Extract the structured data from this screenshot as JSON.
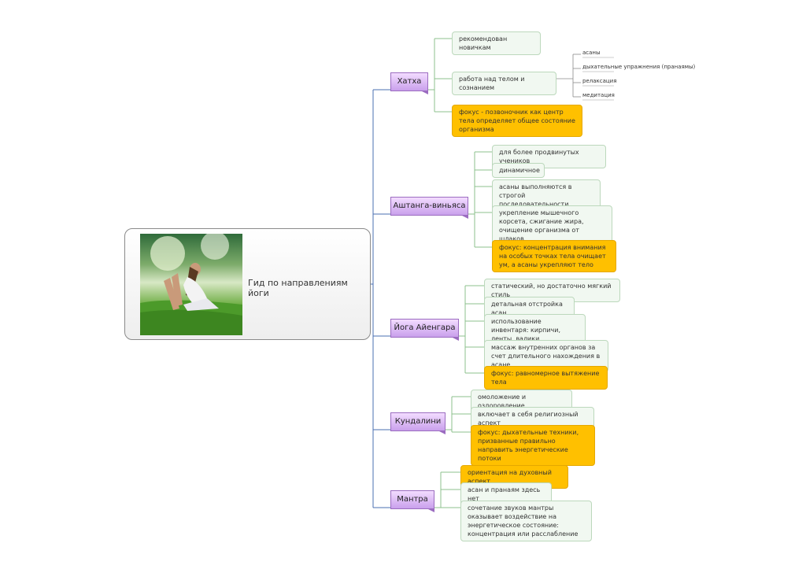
{
  "root": {
    "title": "Гид по направлениям йоги",
    "image": "woman-doing-yoga-on-grass-photo"
  },
  "branches": [
    {
      "label": "Хатха",
      "items": [
        {
          "text": "рекомендован новичкам",
          "kind": "leaf"
        },
        {
          "text": "работа над телом и сознанием",
          "kind": "leaf",
          "subitems": [
            "асаны",
            "дыхательные упражнения (пранаямы)",
            "релаксация",
            "медитация"
          ]
        },
        {
          "text": "фокус - позвоночник как центр  тела определяет общее состояние организма",
          "kind": "focus"
        }
      ]
    },
    {
      "label": "Аштанга-виньяса",
      "items": [
        {
          "text": "для более продвинутых учеников",
          "kind": "leaf"
        },
        {
          "text": "динамичное",
          "kind": "leaf"
        },
        {
          "text": "асаны выполняются в строгой последовательности",
          "kind": "leaf"
        },
        {
          "text": "укрепление мышечного корсета, сжигание жира, очищение организма от шлаков",
          "kind": "leaf"
        },
        {
          "text": "фокус: концентрация внимания на особых точках тела очищает ум, а асаны укрепляют тело",
          "kind": "focus"
        }
      ]
    },
    {
      "label": "Йога Айенгара",
      "items": [
        {
          "text": "статический, но достаточно мягкий стиль",
          "kind": "leaf"
        },
        {
          "text": "детальная отстройка асан",
          "kind": "leaf"
        },
        {
          "text": "использование инвентаря: кирпичи, ленты, валики",
          "kind": "leaf"
        },
        {
          "text": "массаж внутренних органов за счет длительного нахождения в асане",
          "kind": "leaf"
        },
        {
          "text": "фокус: равномерное вытяжение тела",
          "kind": "focus"
        }
      ]
    },
    {
      "label": "Кундалини",
      "items": [
        {
          "text": "омоложение и оздоровление",
          "kind": "leaf"
        },
        {
          "text": "включает в себя религиозный аспект",
          "kind": "leaf"
        },
        {
          "text": "фокус: дыхательные техники, призванные правильно направить энергетические потоки",
          "kind": "focus"
        }
      ]
    },
    {
      "label": "Мантра",
      "items": [
        {
          "text": "ориентация на духовный аспект",
          "kind": "focus"
        },
        {
          "text": "асан и пранаям здесь нет",
          "kind": "leaf"
        },
        {
          "text": "сочетание звуков мантры оказывает воздействие на энергетическое состояние: концентрация или расслабление",
          "kind": "leaf"
        }
      ]
    }
  ],
  "colors": {
    "trunk_line": "#4a6fb0",
    "leaf_line": "#8cc08c",
    "leaf_bg": "#f1f8f1",
    "focus_bg": "#ffc000",
    "branch_bg": "#d9b6f5"
  }
}
